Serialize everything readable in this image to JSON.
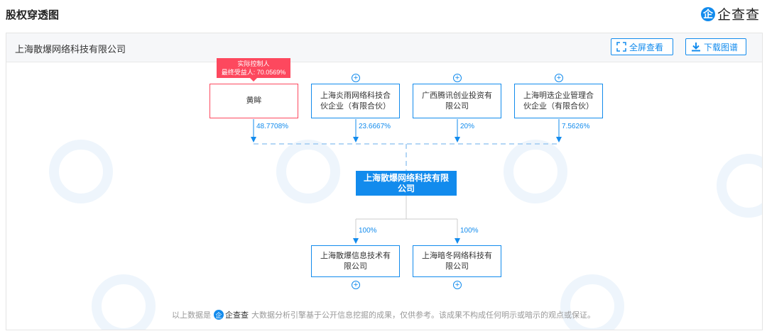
{
  "header": {
    "title": "股权穿透图",
    "brand_icon": "企",
    "brand_text": "企查查"
  },
  "panel": {
    "company": "上海散爆网络科技有限公司",
    "fullscreen_label": "全屏查看",
    "download_label": "下载图谱"
  },
  "tag": {
    "line1": "实际控制人",
    "line2": "最终受益人: 70.0569%"
  },
  "shareholders": [
    {
      "name": "黄眸",
      "pct": "48.7708%"
    },
    {
      "name": "上海炎雨网络科技合伙企业（有限合伙）",
      "pct": "23.6667%"
    },
    {
      "name": "广西腾讯创业投资有限公司",
      "pct": "20%"
    },
    {
      "name": "上海明迭企业管理合伙企业（有限合伙）",
      "pct": "7.5626%"
    }
  ],
  "root": {
    "name": "上海散爆网络科技有限公司"
  },
  "subsidiaries": [
    {
      "name": "上海散爆信息技术有限公司",
      "pct": "100%"
    },
    {
      "name": "上海暗冬网络科技有限公司",
      "pct": "100%"
    }
  ],
  "footer": {
    "prefix": "以上数据是",
    "logo_icon": "企",
    "logo_text": "企查查",
    "suffix": "大数据分析引擎基于公开信息挖掘的成果，仅供参考。该成果不构成任何明示或暗示的观点或保证。"
  },
  "colors": {
    "accent": "#128bed",
    "person": "#fd485e",
    "watermark": "#eef5fc"
  }
}
